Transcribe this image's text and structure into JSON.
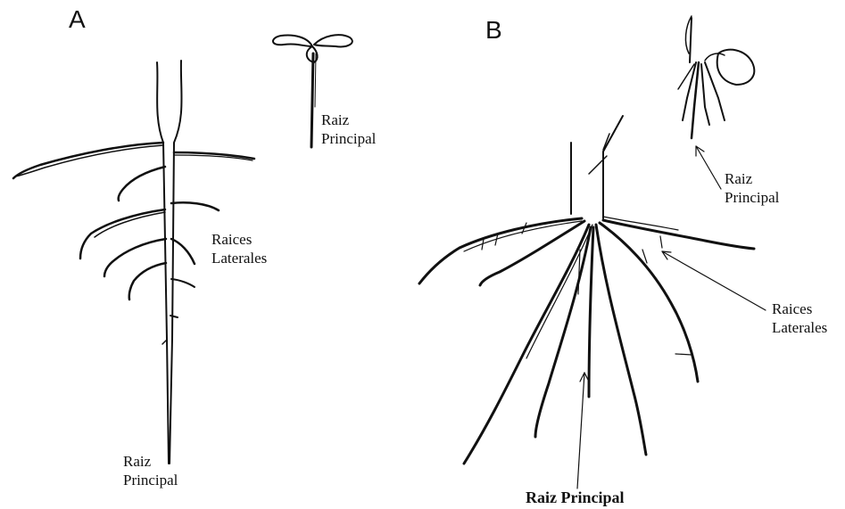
{
  "panel_a": {
    "letter": "A",
    "seedling_label": [
      "Raiz",
      "Principal"
    ],
    "lateral_label": [
      "Raices",
      "Laterales"
    ],
    "taproot_label": [
      "Raiz",
      "Principal"
    ]
  },
  "panel_b": {
    "letter": "B",
    "seedling_label": [
      "Raiz",
      "Principal"
    ],
    "lateral_label": [
      "Raices",
      "Laterales"
    ],
    "main_label": "Raiz Principal"
  },
  "colors": {
    "ink": "#111111",
    "background": "#ffffff"
  }
}
